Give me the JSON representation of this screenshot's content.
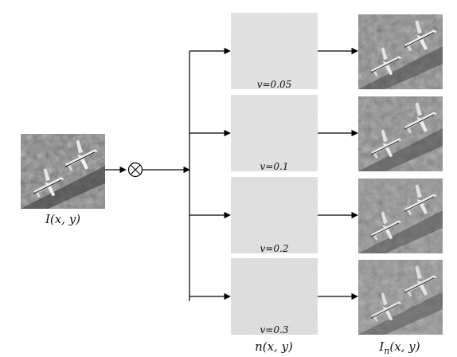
{
  "input_label": "I(x, y)",
  "noise_label": "n(x, y)",
  "output_label_main": "I",
  "output_label_sub": "n",
  "output_label_args": "(x, y)",
  "multiply_symbol": "⊗",
  "rows": [
    {
      "variance_label": "v=0.05",
      "variance": 0.05
    },
    {
      "variance_label": "v=0.1",
      "variance": 0.1
    },
    {
      "variance_label": "v=0.2",
      "variance": 0.2
    },
    {
      "variance_label": "v=0.3",
      "variance": 0.3
    }
  ],
  "colors": {
    "line": "#000000",
    "noise_base": "#e4e4e4",
    "photo_base": "#8a8a8a"
  }
}
